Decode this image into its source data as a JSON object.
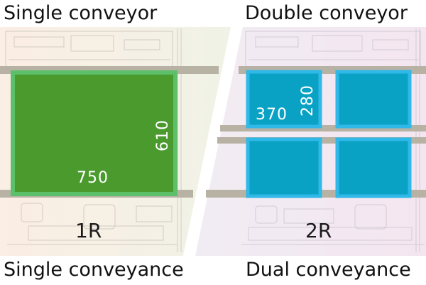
{
  "left_panel": {
    "title": "Single conveyor",
    "caption": "Single conveyance",
    "board_width": "750",
    "board_depth": "610",
    "mode": "1R"
  },
  "right_panel": {
    "title": "Double conveyor",
    "caption": "Dual conveyance",
    "board_width": "370",
    "board_depth": "280",
    "mode": "2R"
  },
  "colors": {
    "single_board": "#4a9a2e",
    "single_border": "#5cc06a",
    "dual_board": "#0aa2c4",
    "dual_border": "#30b8e8",
    "rail": "#b8b2a4"
  }
}
